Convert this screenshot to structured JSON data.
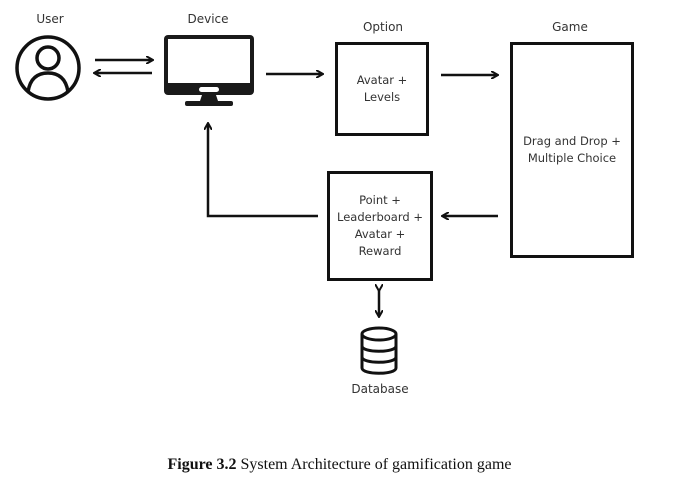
{
  "nodes": {
    "user": {
      "label": "User",
      "icon": "user-circle-icon"
    },
    "device": {
      "label": "Device",
      "icon": "monitor-icon"
    },
    "option": {
      "label": "Option",
      "content": "Avatar +\nLevels"
    },
    "game": {
      "label": "Game",
      "content": "Drag and Drop +\nMultiple Choice"
    },
    "reward": {
      "content": "Point +\nLeaderboard +\nAvatar +\nReward"
    },
    "database": {
      "label": "Database",
      "icon": "database-icon"
    }
  },
  "edges": [
    {
      "from": "user",
      "to": "device",
      "direction": "bidirectional-pair"
    },
    {
      "from": "device",
      "to": "option"
    },
    {
      "from": "option",
      "to": "game"
    },
    {
      "from": "game",
      "to": "reward"
    },
    {
      "from": "reward",
      "to": "device"
    },
    {
      "from": "reward",
      "to": "database",
      "direction": "bidirectional"
    }
  ],
  "caption": {
    "figure_number": "Figure 3.2",
    "text": "System Architecture of gamification game"
  }
}
